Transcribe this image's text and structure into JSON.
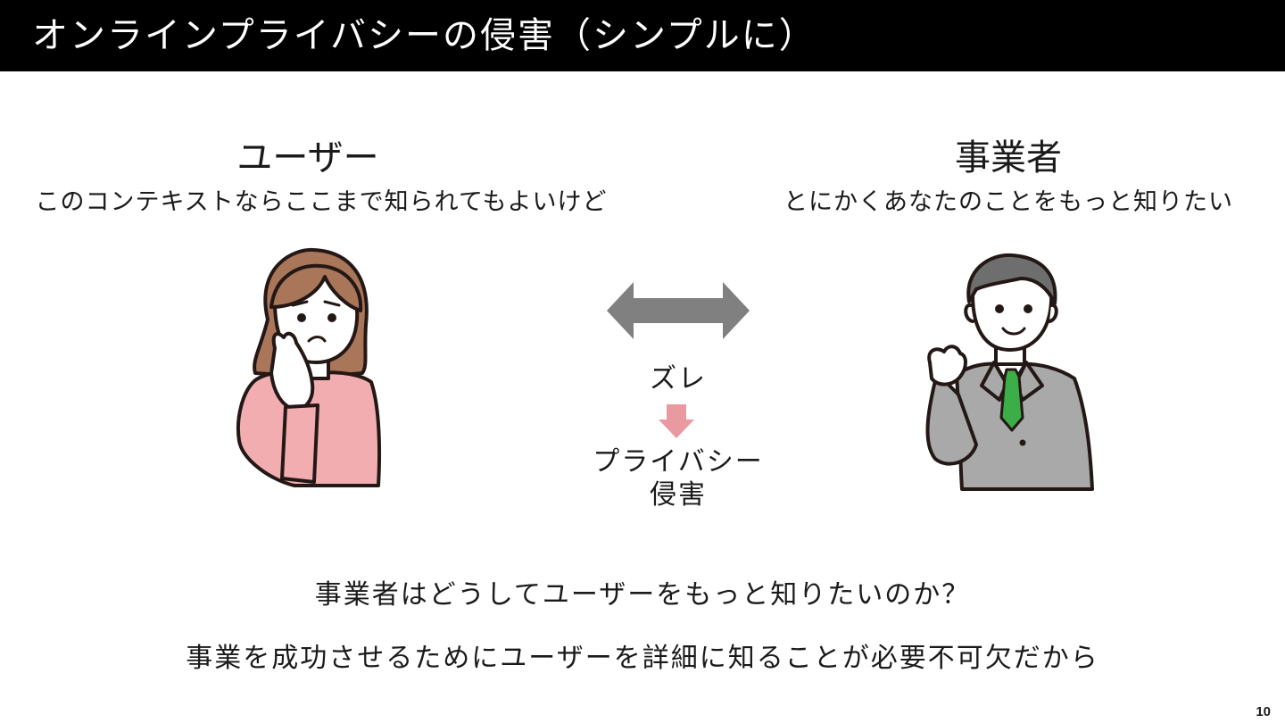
{
  "slide": {
    "title": "オンラインプライバシーの侵害（シンプルに）",
    "page_number": "10"
  },
  "user": {
    "heading": "ユーザー",
    "caption": "このコンテキストならここまで知られてもよいけど"
  },
  "business": {
    "heading": "事業者",
    "caption": "とにかくあなたのことをもっと知りたい"
  },
  "center": {
    "gap_label": "ズレ",
    "result_line1": "プライバシー",
    "result_line2": "侵害"
  },
  "bottom": {
    "question": "事業者はどうしてユーザーをもっと知りたいのか？",
    "answer": "事業を成功させるためにユーザーを詳細に知ることが必要不可欠だから"
  },
  "colors": {
    "title_bar": "#000000",
    "arrow_gray": "#808080",
    "arrow_pink": "#e99aa0",
    "woman_hair": "#a9765a",
    "woman_shirt": "#f2adb0",
    "skin": "#ffffff",
    "man_hair": "#6e6e6e",
    "man_suit": "#a9a9a9",
    "man_tie": "#3cae48"
  }
}
